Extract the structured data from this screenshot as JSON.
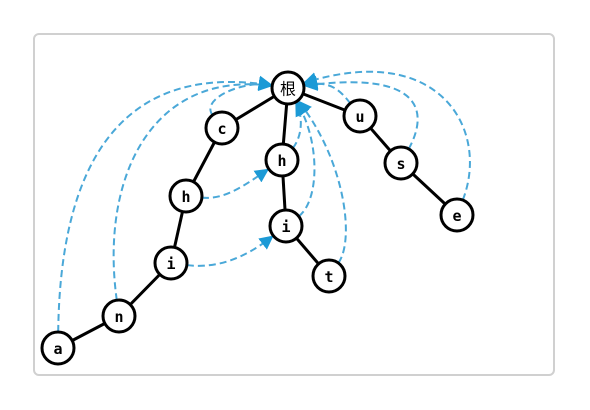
{
  "diagram": {
    "type": "trie-with-failure-links",
    "colors": {
      "tree_edge": "#000000",
      "fail_link": "#4aa8d8",
      "arrow_head": "#1c9ad6",
      "frame": "#d0d0d0"
    },
    "nodes": [
      {
        "id": "root",
        "label": "根"
      },
      {
        "id": "c",
        "label": "c"
      },
      {
        "id": "h1",
        "label": "h"
      },
      {
        "id": "i1",
        "label": "i"
      },
      {
        "id": "n",
        "label": "n"
      },
      {
        "id": "a",
        "label": "a"
      },
      {
        "id": "h2",
        "label": "h"
      },
      {
        "id": "i2",
        "label": "i"
      },
      {
        "id": "t",
        "label": "t"
      },
      {
        "id": "u",
        "label": "u"
      },
      {
        "id": "s",
        "label": "s"
      },
      {
        "id": "e",
        "label": "e"
      }
    ],
    "edges": [
      [
        "root",
        "c"
      ],
      [
        "c",
        "h1"
      ],
      [
        "h1",
        "i1"
      ],
      [
        "i1",
        "n"
      ],
      [
        "n",
        "a"
      ],
      [
        "root",
        "h2"
      ],
      [
        "h2",
        "i2"
      ],
      [
        "i2",
        "t"
      ],
      [
        "root",
        "u"
      ],
      [
        "u",
        "s"
      ],
      [
        "s",
        "e"
      ]
    ],
    "fail_links": [
      [
        "c",
        "root"
      ],
      [
        "h1",
        "h2"
      ],
      [
        "i1",
        "i2"
      ],
      [
        "n",
        "root"
      ],
      [
        "a",
        "root"
      ],
      [
        "h2",
        "root"
      ],
      [
        "i2",
        "root"
      ],
      [
        "t",
        "root"
      ],
      [
        "u",
        "root"
      ],
      [
        "s",
        "root"
      ],
      [
        "e",
        "root"
      ]
    ]
  }
}
